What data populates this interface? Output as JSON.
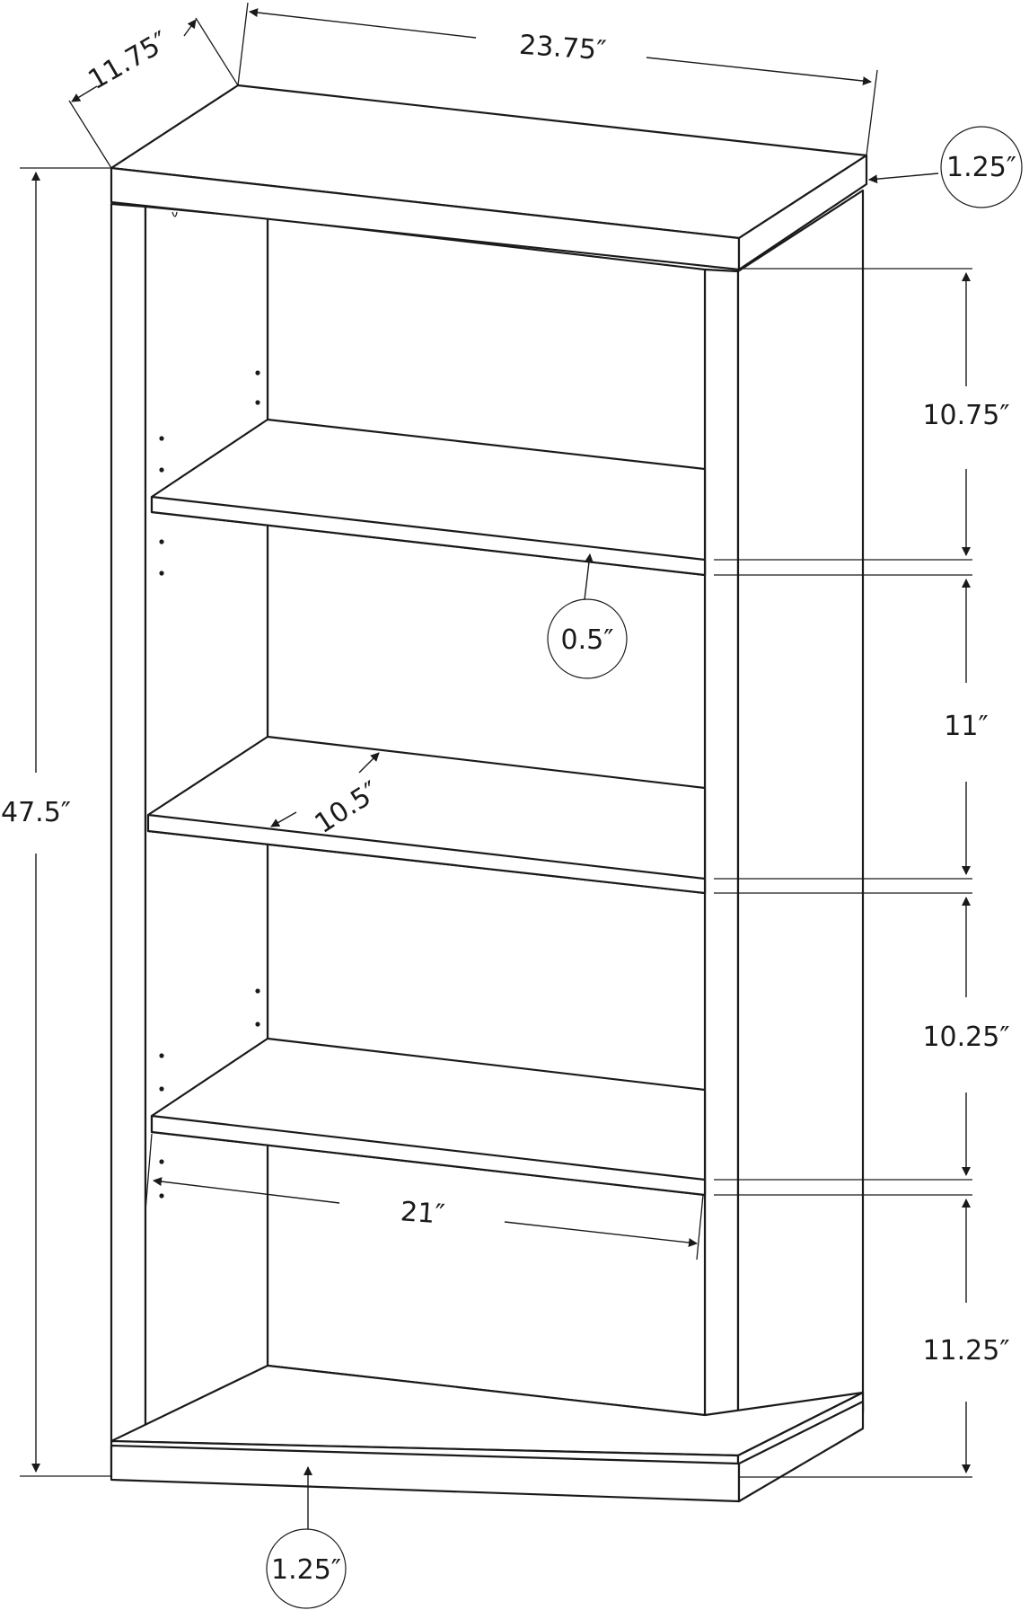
{
  "diagram": {
    "dimensions": {
      "depth": "11.75″",
      "width": "23.75″",
      "top_thickness": "1.25″",
      "height": "47.5″",
      "gap_1": "10.75″",
      "shelf_thickness": "0.5″",
      "gap_2": "11″",
      "shelf_depth": "10.5″",
      "gap_3": "10.25″",
      "shelf_width": "21″",
      "gap_4": "11.25″",
      "base_thickness": "1.25″"
    }
  }
}
